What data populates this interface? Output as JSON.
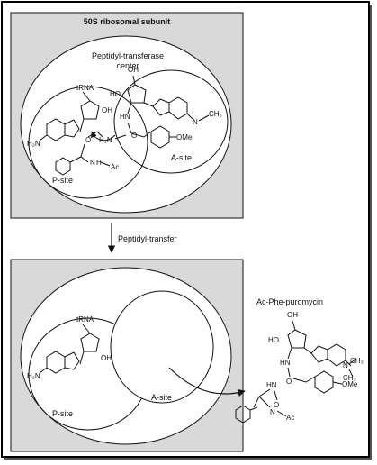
{
  "top_panel": {
    "title": "50S ribosomal subunit",
    "center_label_line1": "Peptidyl-transferase",
    "center_label_line2": "center",
    "p_site_label": "P-site",
    "a_site_label": "A-site",
    "trna_label": "tRNA",
    "atoms": {
      "oh_1": "OH",
      "ho_1": "HO",
      "oh_2": "OH",
      "h2n_1": "H₂N",
      "hn_1": "HN",
      "h2n_2": "H₂N",
      "o_1": "O",
      "o_2": "O",
      "ome": "OMe",
      "ch3": "CH₃",
      "n_ch3": "N",
      "hn_p": "N",
      "h_p": "H",
      "ac": "Ac",
      "o_p": "O"
    }
  },
  "transfer": {
    "label": "Peptidyl-transfer"
  },
  "bottom_panel": {
    "p_site_label": "P-site",
    "a_site_label": "A-site",
    "trna_label": "tRNA",
    "atoms": {
      "h2n": "H₂N",
      "oh": "OH"
    }
  },
  "product": {
    "title": "Ac-Phe-puromycin",
    "atoms": {
      "oh_top": "OH",
      "ho": "HO",
      "hn_1": "HN",
      "hn_2": "HN",
      "n_h": "N",
      "ac": "Ac",
      "o_1": "O",
      "o_2": "O",
      "ome": "OMe",
      "ch3_1": "CH₃",
      "ch3_2": "CH₃",
      "n_dim": "N"
    }
  },
  "colors": {
    "panel_fill": "#d9d9d9",
    "circle_fill": "#ffffff",
    "frame": "#000000"
  }
}
